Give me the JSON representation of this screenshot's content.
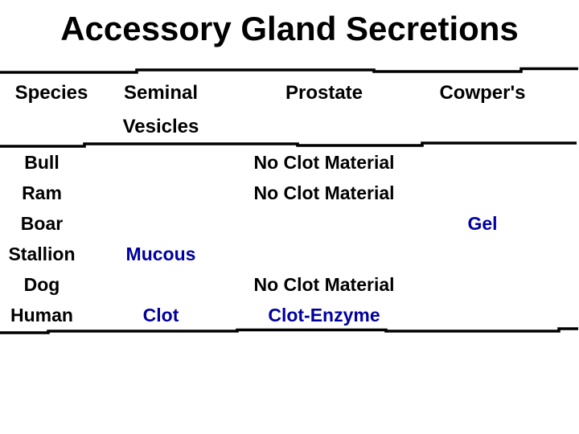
{
  "title": "Accessory Gland Secretions",
  "colors": {
    "background": "#FFFFFF",
    "text": "#000000",
    "accent_blue": "#0000A0",
    "divider": "#000000"
  },
  "table": {
    "headers": {
      "species": "Species",
      "seminal_line1": "Seminal",
      "seminal_line2": "Vesicles",
      "prostate": "Prostate",
      "cowpers": "Cowper's"
    },
    "rows": [
      {
        "species": "Bull",
        "seminal": "",
        "prostate": "No Clot Material",
        "cowpers": ""
      },
      {
        "species": "Ram",
        "seminal": "",
        "prostate": "No Clot Material",
        "cowpers": ""
      },
      {
        "species": "Boar",
        "seminal": "",
        "prostate": "",
        "cowpers": "Gel"
      },
      {
        "species": "Stallion",
        "seminal": "Mucous",
        "prostate": "",
        "cowpers": ""
      },
      {
        "species": "Dog",
        "seminal": "",
        "prostate": "No Clot Material",
        "cowpers": ""
      },
      {
        "species": "Human",
        "seminal": "Clot",
        "prostate": "Clot-Enzyme",
        "cowpers": ""
      }
    ]
  }
}
